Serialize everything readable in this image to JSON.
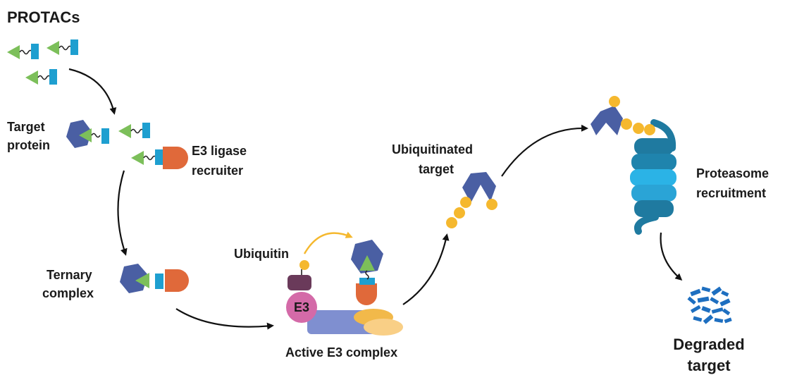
{
  "labels": {
    "protacs": "PROTACs",
    "target_line1": "Target",
    "target_line2": "protein",
    "e3_line1": "E3 ligase",
    "e3_line2": "recruiter",
    "ternary_line1": "Ternary",
    "ternary_line2": "complex",
    "ubiquitin": "Ubiquitin",
    "e3_badge": "E3",
    "active_complex": "Active E3 complex",
    "ubiq_target_line1": "Ubiquitinated",
    "ubiq_target_line2": "target",
    "proteasome_line1": "Proteasome",
    "proteasome_line2": "recruitment",
    "degraded_line1": "Degraded",
    "degraded_line2": "target"
  },
  "colors": {
    "target_hexagon": "#4a5fa3",
    "protac_warhead": "#7cbf5a",
    "protac_linker_block": "#1e9fd0",
    "e3_recruiter": "#e0693a",
    "ubiquitin": "#f5b82e",
    "e3_badge": "#d46aa8",
    "e3_adaptor": "#6a3a5a",
    "scaffold": "#7f8fd0",
    "scaffold_accent": "#f2b94a",
    "proteasome_dark": "#1f7aa0",
    "proteasome_light": "#2bb3e6",
    "arrow": "#111111"
  }
}
